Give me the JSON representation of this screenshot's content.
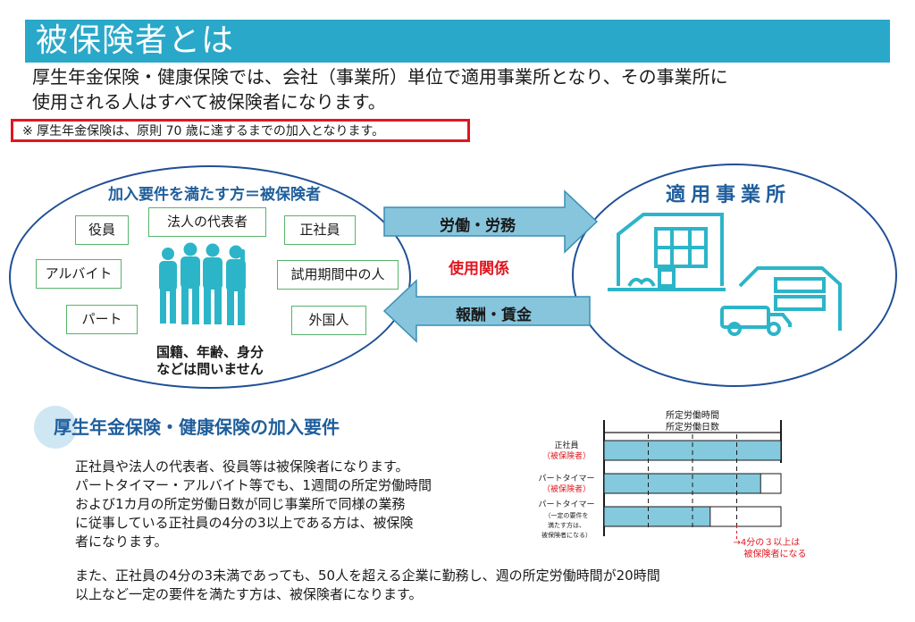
{
  "header": {
    "title": "被保険者とは"
  },
  "intro": {
    "line1": "厚生年金保険・健康保険では、会社（事業所）単位で適用事業所となり、その事業所に",
    "line2": "使用される人はすべて被保険者になります。",
    "note": "※ 厚生年金保険は、原則 70 歳に達するまでの加入となります。"
  },
  "relationship": {
    "left_title": "加入要件を満たす方＝被保険者",
    "tags": [
      "役員",
      "法人の代表者",
      "正社員",
      "アルバイト",
      "試用期間中の人",
      "パート",
      "外国人"
    ],
    "caption_line1": "国籍、年齢、身分",
    "caption_line2": "などは問いません",
    "arrow_right": "労働・労務",
    "arrow_left": "報酬・賃金",
    "center_label": "使用関係",
    "right_title": "適用事業所"
  },
  "section": {
    "title": "厚生年金保険・健康保険の加入要件",
    "para1": [
      "正社員や法人の代表者、役員等は被保険者になります。",
      "パートタイマー・アルバイト等でも、1週間の所定労働時間",
      "および1カ月の所定労働日数が同じ事業所で同様の業務",
      "に従事している正社員の4分の3以上である方は、被保険",
      "者になります。"
    ],
    "para2": [
      "また、正社員の4分の3未満であっても、50人を超える企業に勤務し、週の所定労働時間が20時間",
      "以上など一定の要件を満たす方は、被保険者になります。"
    ]
  },
  "colors": {
    "banner": "#2aa8c9",
    "accent_blue": "#1f5e9c",
    "red": "#e0161f",
    "teal": "#2cb5c8",
    "bar": "#84c9dd"
  },
  "chart_data": {
    "type": "bar",
    "header_line1": "所定労働時間",
    "header_line2": "所定労働日数",
    "categories": [
      {
        "label": "正社員",
        "sub": [
          "（被保険者）"
        ]
      },
      {
        "label": "パートタイマー",
        "sub": [
          "（被保険者）"
        ]
      },
      {
        "label": "パートタイマー",
        "sub": [
          "（一定の要件を",
          "満たす方は、",
          "被保険者になる）"
        ]
      }
    ],
    "values": [
      1.0,
      0.885,
      0.6
    ],
    "xlim": [
      0,
      1
    ],
    "threshold": 0.75,
    "threshold_label_line1": "→4分の３以上は",
    "threshold_label_line2": "被保険者になる"
  }
}
